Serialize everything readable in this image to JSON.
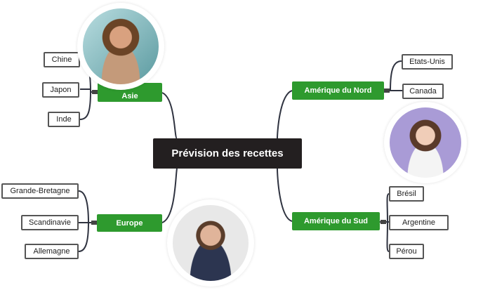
{
  "central": "Prévision des recettes",
  "branches": {
    "asia": {
      "label": "Asie",
      "children": [
        "Chine",
        "Japon",
        "Inde"
      ]
    },
    "north_america": {
      "label": "Amérique du Nord",
      "children": [
        "Etats-Unis",
        "Canada"
      ]
    },
    "europe": {
      "label": "Europe",
      "children": [
        "Grande-Bretagne",
        "Scandinavie",
        "Allemagne"
      ]
    },
    "south_america": {
      "label": "Amérique du Sud",
      "children": [
        "Brésil",
        "Argentine",
        "Pérou"
      ]
    }
  },
  "colors": {
    "branch": "#2e9a2e",
    "central": "#231f20",
    "line": "#2f3340"
  }
}
